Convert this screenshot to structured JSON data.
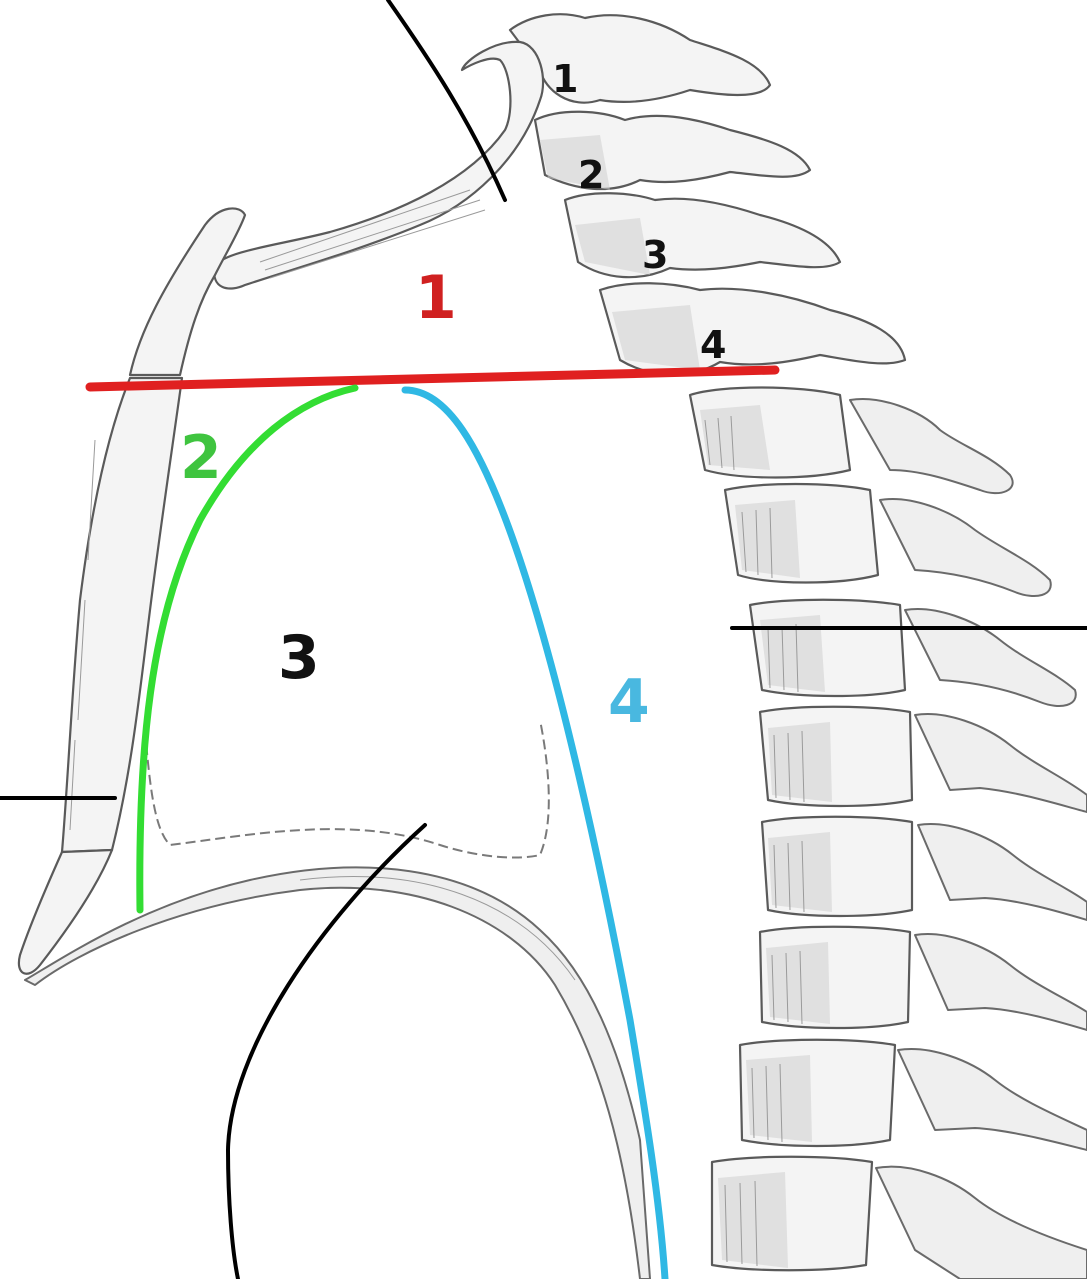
{
  "vertebra_labels": [
    "1",
    "2",
    "3",
    "4"
  ],
  "region_labels": [
    {
      "text": "1",
      "color": "#d02020"
    },
    {
      "text": "2",
      "color": "#3fc43f"
    },
    {
      "text": "3",
      "color": "#111111"
    },
    {
      "text": "4",
      "color": "#49b8e0"
    }
  ],
  "boundary_colors": {
    "line_1": "#e02020",
    "line_2": "#33dd33",
    "line_4": "#2fb8e4"
  }
}
